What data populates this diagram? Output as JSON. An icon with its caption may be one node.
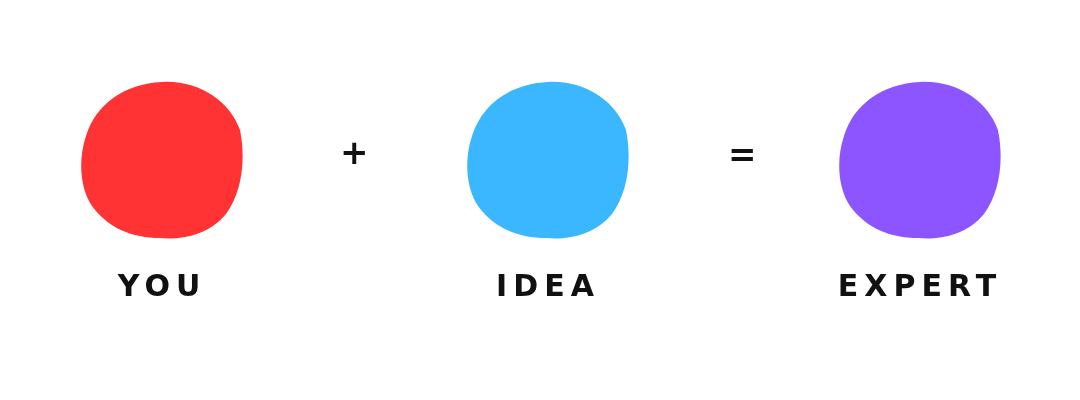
{
  "diagram": {
    "nodes": [
      {
        "text": [
          "YOU"
        ]
      },
      {
        "text": [
          "IDEA"
        ]
      },
      {
        "text": [
          "EXPERT"
        ]
      }
    ],
    "labels": [
      "+",
      "="
    ]
  }
}
